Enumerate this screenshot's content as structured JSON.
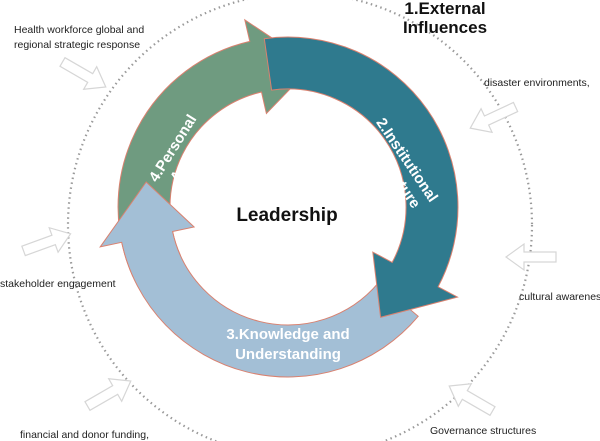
{
  "diagram": {
    "title_line1": "1.External",
    "title_line2": "Influences",
    "center_label": "Leadership",
    "segments": {
      "institutional_line1": "2.Institutional",
      "institutional_line2": "Architecture",
      "knowledge_line1": "3.Knowledge and",
      "knowledge_line2": "Understanding",
      "agency_line1": "4.Personal",
      "agency_line2": "Agency"
    },
    "influences": {
      "health_line1": "Health workforce global and",
      "health_line2": "regional strategic response",
      "disaster": "disaster environments,",
      "stakeholder": "stakeholder engagement",
      "cultural": "cultural awareness",
      "financial": "financial and donor funding,",
      "governance": "Governance structures"
    },
    "colors": {
      "institutional": "#2f7a8e",
      "knowledge": "#a3bfd6",
      "agency": "#6f9b80",
      "dotted_ring": "#999999",
      "outline": "#e05a4e"
    }
  }
}
